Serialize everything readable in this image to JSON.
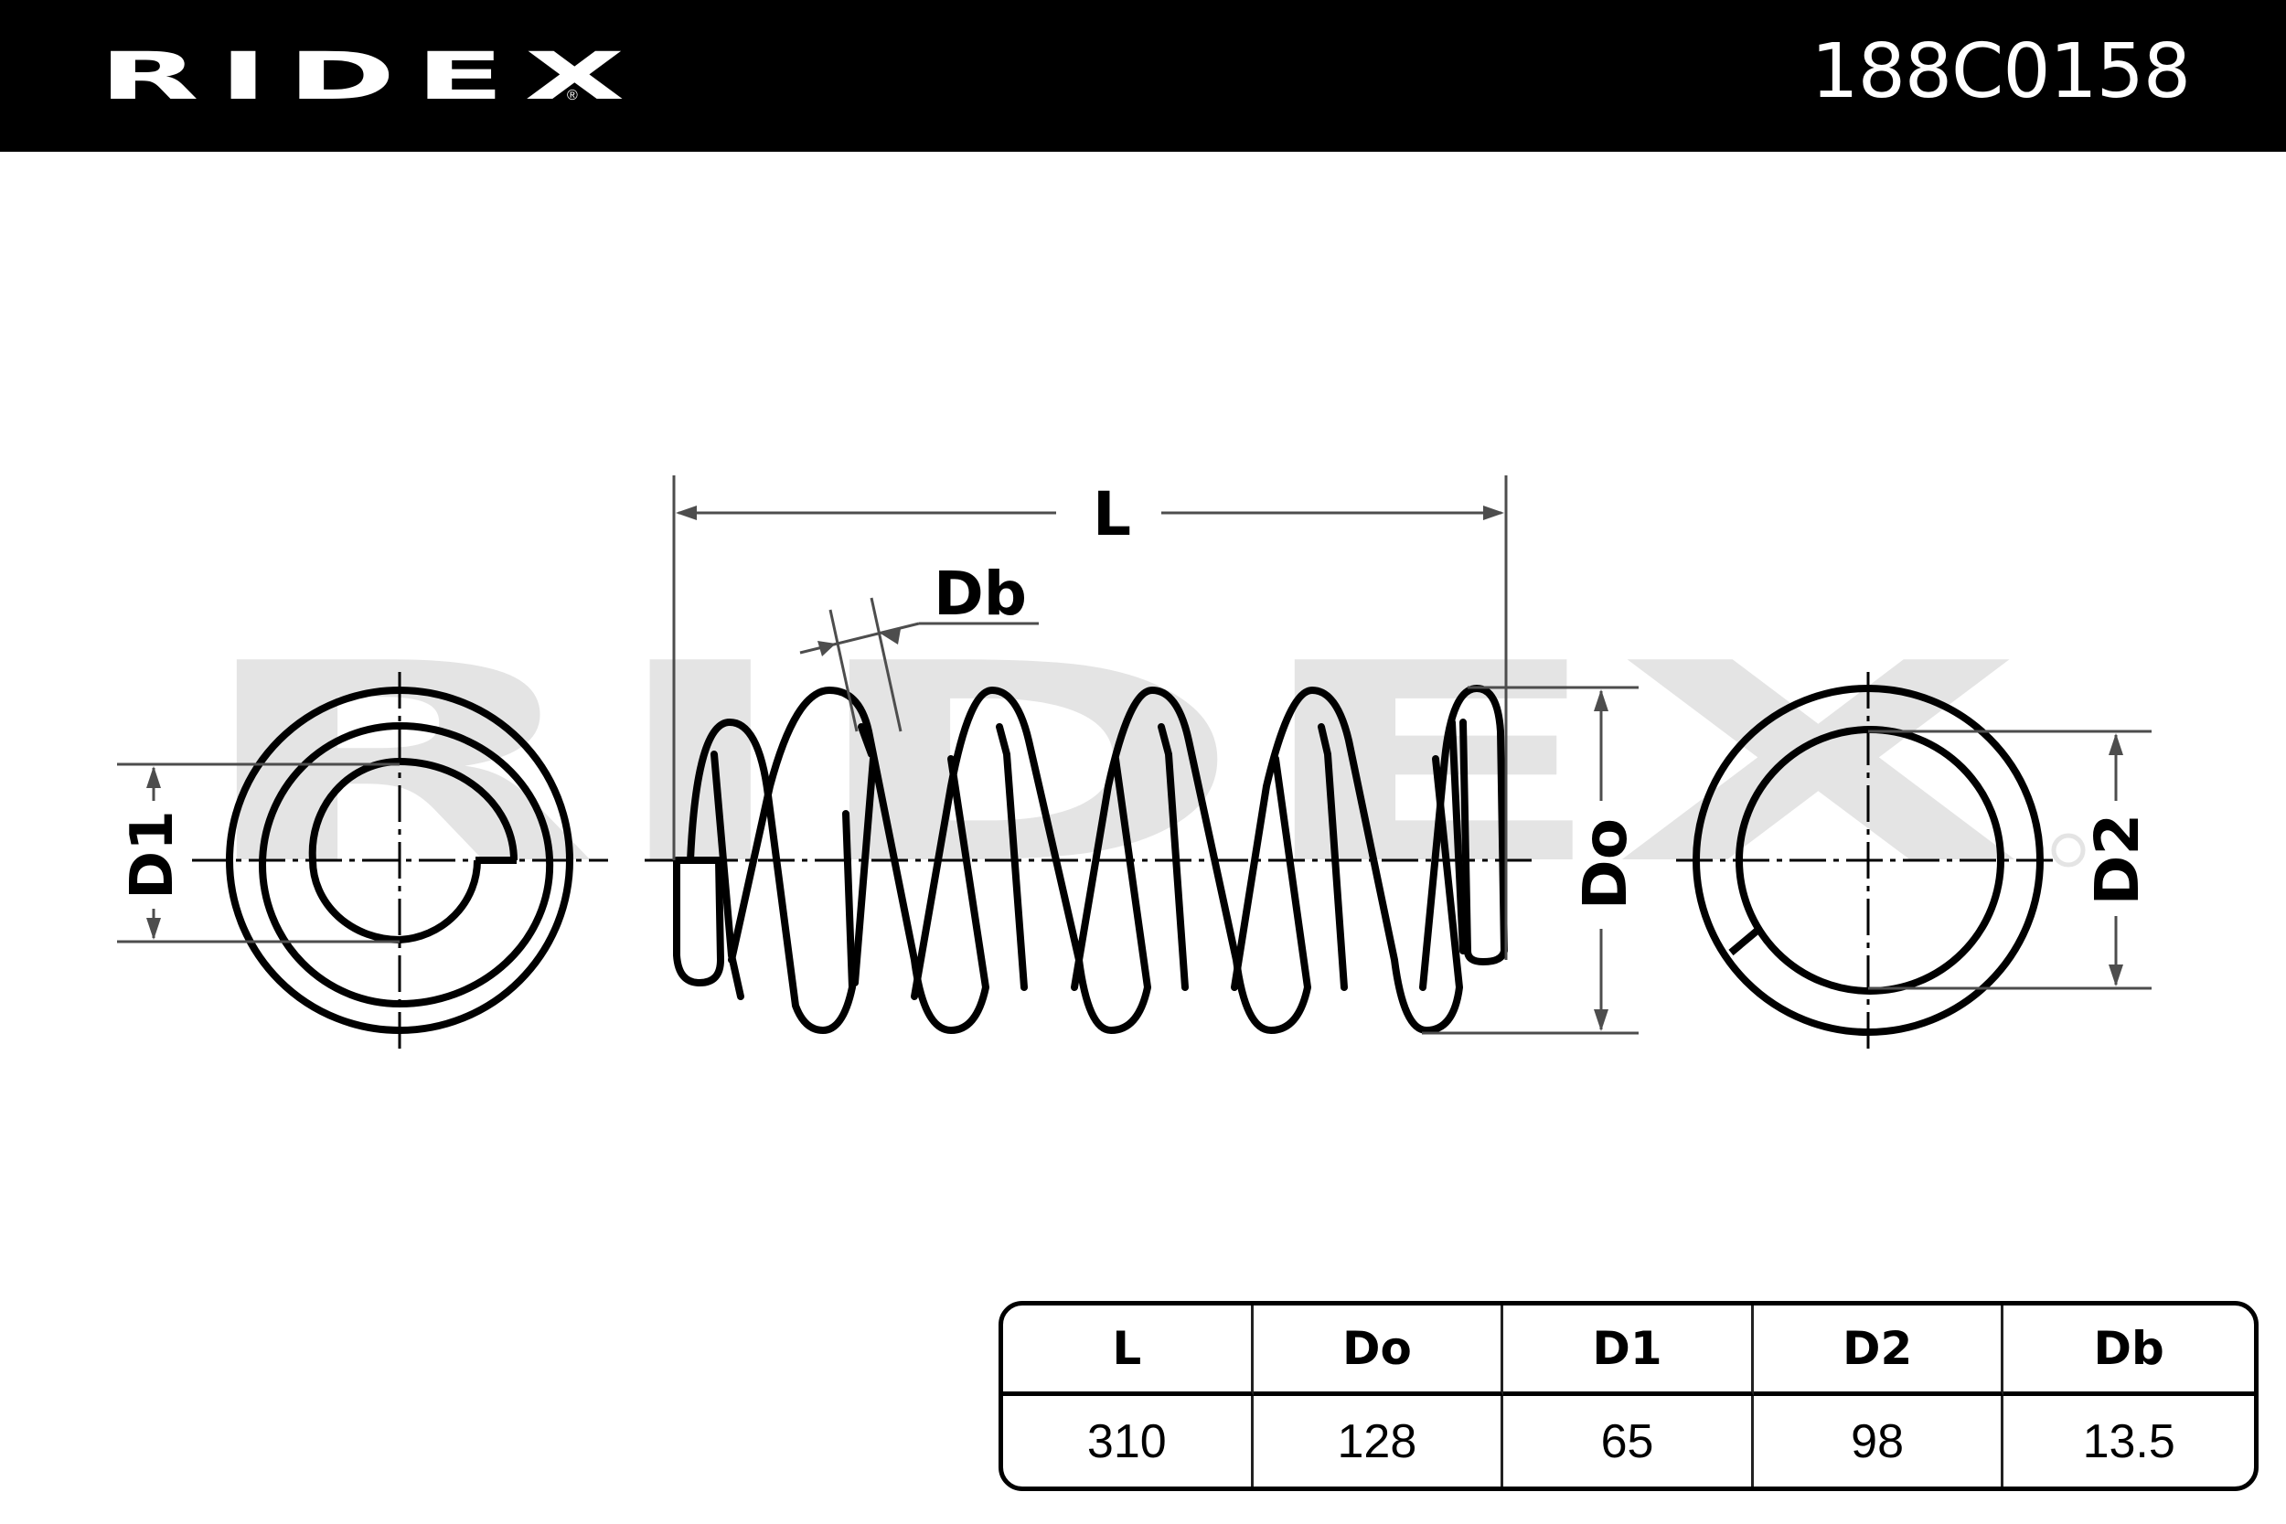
{
  "header": {
    "brand": "RIDEX",
    "registered_mark": "®",
    "part_number": "188C0158"
  },
  "watermark": {
    "text": "RIDEX",
    "color": "#e4e4e4"
  },
  "diagram": {
    "labels": {
      "length": "L",
      "wire_diameter": "Db",
      "outer_diameter": "Do",
      "diameter_1": "D1",
      "diameter_2": "D2"
    }
  },
  "spec_table": {
    "headers": [
      "L",
      "Do",
      "D1",
      "D2",
      "Db"
    ],
    "values": [
      "310",
      "128",
      "65",
      "98",
      "13.5"
    ]
  },
  "colors": {
    "header_bg": "#000000",
    "header_text": "#ffffff",
    "line": "#000000",
    "dimension_line": "#4d4d4d"
  }
}
